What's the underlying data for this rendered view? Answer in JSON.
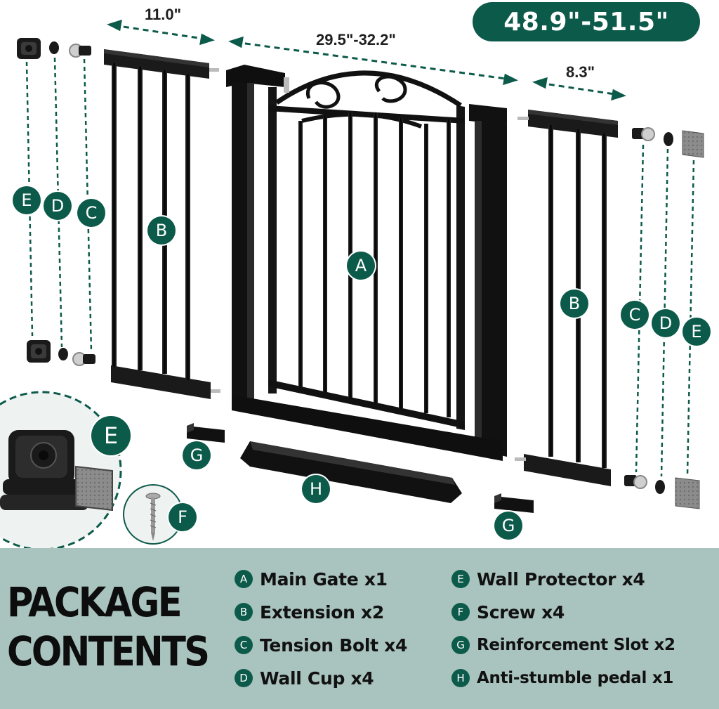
{
  "dimensions": {
    "overall_range": "48.9\"-51.5\"",
    "left_extension_width": "11.0\"",
    "main_gate_width": "29.5\"-32.2\"",
    "right_extension_width": "8.3\""
  },
  "diagram_markers": {
    "a": "A",
    "b": "B",
    "c": "C",
    "d": "D",
    "e": "E",
    "f": "F",
    "g": "G",
    "h": "H"
  },
  "package": {
    "title_line1": "PACKAGE",
    "title_line2": "CONTENTS",
    "items": [
      {
        "letter": "A",
        "label": "Main Gate x1"
      },
      {
        "letter": "B",
        "label": "Extension x2"
      },
      {
        "letter": "C",
        "label": "Tension Bolt x4"
      },
      {
        "letter": "D",
        "label": "Wall Cup x4"
      },
      {
        "letter": "E",
        "label": "Wall Protector x4"
      },
      {
        "letter": "F",
        "label": "Screw x4"
      },
      {
        "letter": "G",
        "label": "Reinforcement Slot x2"
      },
      {
        "letter": "H",
        "label": "Anti-stumble pedal x1"
      }
    ]
  },
  "colors": {
    "accent": "#0c5a4a",
    "footer_bg": "#a9c3be",
    "metal": "#1a1a1a"
  }
}
